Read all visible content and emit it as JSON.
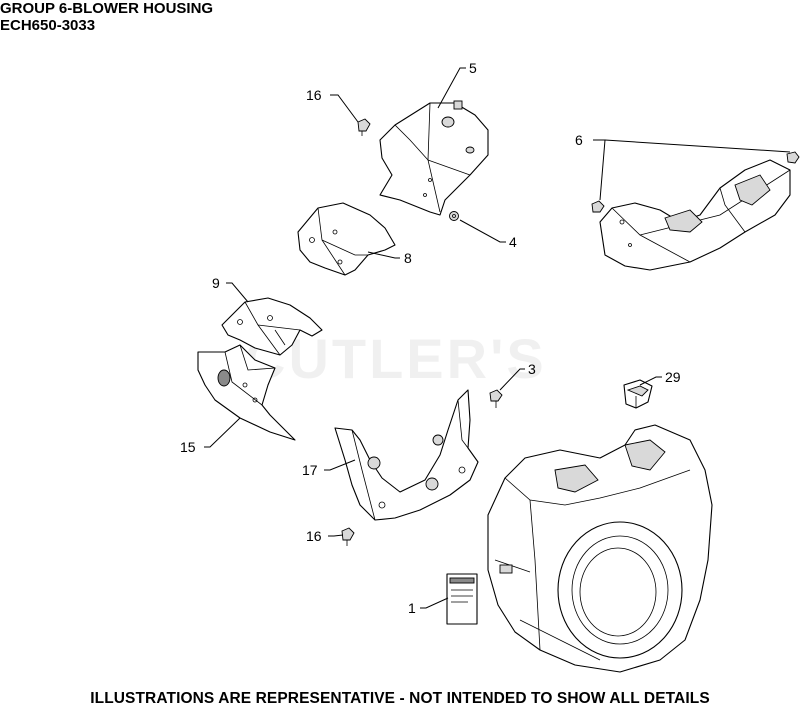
{
  "header": {
    "title": "GROUP 6-BLOWER HOUSING",
    "model": "ECH650-3033"
  },
  "watermark": "CUTLER'S",
  "footer": "ILLUSTRATIONS ARE REPRESENTATIVE - NOT INTENDED TO SHOW ALL DETAILS",
  "callouts": {
    "c1": "1",
    "c3": "3",
    "c4": "4",
    "c5": "5",
    "c6": "6",
    "c8": "8",
    "c9": "9",
    "c15": "15",
    "c16a": "16",
    "c16b": "16",
    "c17": "17",
    "c29": "29"
  }
}
